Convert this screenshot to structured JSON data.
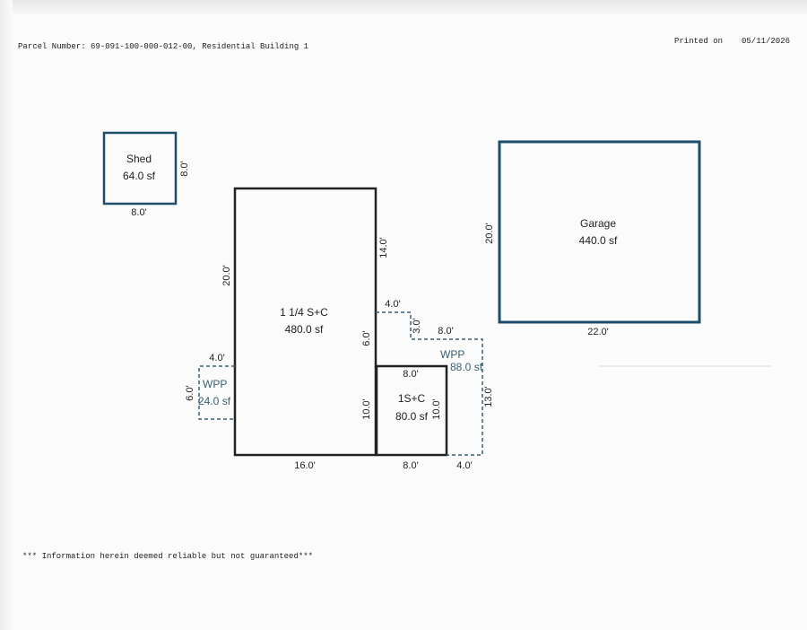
{
  "header": {
    "parcel": "Parcel Number: 69-091-100-000-012-00, Residential Building 1",
    "printed_label": "Printed on",
    "printed_date": "05/11/2026"
  },
  "footer": {
    "disclaimer": "*** Information herein deemed reliable but not guaranteed***"
  },
  "colors": {
    "outbuilding": "#1e4d6b",
    "house": "#222222",
    "porch": "#3a5f72"
  },
  "sketch": {
    "shed": {
      "name": "Shed",
      "area": "64.0 sf",
      "dim_side": "8.0'",
      "dim_bottom": "8.0'"
    },
    "garage": {
      "name": "Garage",
      "area": "440.0 sf",
      "dim_side": "20.0'",
      "dim_bottom": "22.0'"
    },
    "main": {
      "name": "1 1/4 S+C",
      "area": "480.0 sf",
      "dim_left": "20.0'",
      "dim_right_upper": "14.0'",
      "dim_right_lower": "6.0'",
      "dim_bottom": "16.0'"
    },
    "addition": {
      "name": "1S+C",
      "area": "80.0 sf",
      "dim_top": "8.0'",
      "dim_left": "10.0'",
      "dim_right": "10.0'",
      "dim_bottom": "8.0'"
    },
    "porch_left": {
      "name": "WPP",
      "area": "24.0 sf",
      "dim_top": "4.0'",
      "dim_side": "6.0'"
    },
    "porch_right": {
      "name": "WPP",
      "area": "88.0 sf",
      "dim_top_a": "4.0'",
      "dim_side_a": "3.0'",
      "dim_top_b": "8.0'",
      "dim_side_b": "13.0'",
      "dim_bottom": "4.0'"
    }
  }
}
